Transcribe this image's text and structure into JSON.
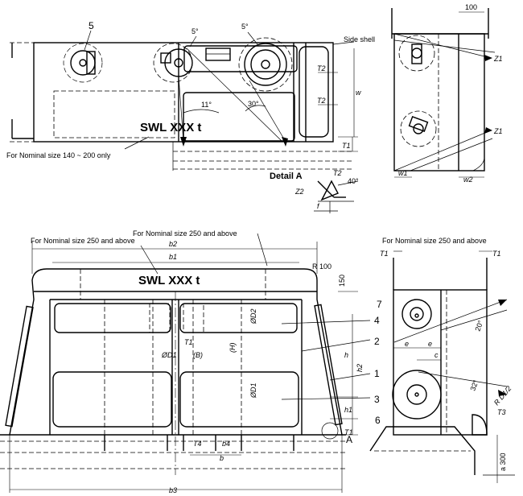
{
  "labels": {
    "swl": "SWL XXX t",
    "nominal_140_200": "For Nominal size 140 ~ 200 only",
    "nominal_250": "For Nominal size 250 and above",
    "side_shell": "Side shell",
    "detail_a": "Detail A",
    "a_mark": "A",
    "a300": "a 300"
  },
  "callouts": {
    "c1": "1",
    "c2": "2",
    "c3": "3",
    "c4": "4",
    "c5": "5",
    "c6": "6",
    "c7": "7"
  },
  "dims": {
    "b1": "b1",
    "b2": "b2",
    "b3": "b3",
    "b": "b",
    "b4": "b4",
    "T4": "T4",
    "T1": "T1",
    "T2": "T2",
    "T3": "T3",
    "Z1": "Z1",
    "Z2": "Z2",
    "w": "w",
    "w1": "w1",
    "w2": "w2",
    "h": "h",
    "h1": "h1",
    "h2": "h2",
    "H": "(H)",
    "B": "(B)",
    "D1": "ØD1",
    "D2": "ØD2",
    "e": "e",
    "c": "c",
    "R100": "R 100",
    "RD1_2": "R D1/2",
    "d100": "100",
    "d150": "150",
    "ang11": "11°",
    "ang30": "30°",
    "ang20": "20°",
    "ang32": "32°",
    "ang40": "40°",
    "five_deg": "5°",
    "f": "f"
  }
}
